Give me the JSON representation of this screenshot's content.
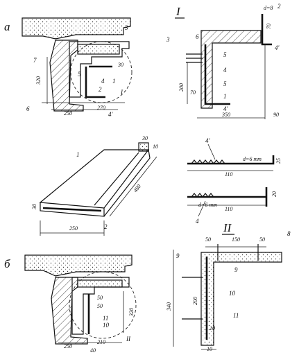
{
  "panel_a": {
    "letter": "а",
    "callouts": [
      "3",
      "7",
      "1",
      "2",
      "4",
      "5",
      "6",
      "4'",
      "I"
    ],
    "dims": [
      "320",
      "250",
      "270",
      "30"
    ]
  },
  "detail_I": {
    "roman": "I",
    "callouts": [
      "3",
      "6",
      "5",
      "4",
      "5",
      "1",
      "4'",
      "2",
      "4'"
    ],
    "dims": [
      "d=8",
      "70",
      "200",
      "70",
      "350",
      "90"
    ]
  },
  "panel_1": {
    "callouts": [
      "1",
      "2"
    ],
    "dims": [
      "30",
      "10",
      "30",
      "480",
      "250"
    ]
  },
  "bars": {
    "top": {
      "label": "4'",
      "d": "d=6 mm",
      "len": "110",
      "h": "25"
    },
    "bottom": {
      "label": "4",
      "d": "d=6 mm",
      "len": "110",
      "h": "20"
    }
  },
  "panel_b": {
    "letter": "б",
    "callouts": [
      "11",
      "10",
      "II"
    ],
    "dims": [
      "50",
      "50",
      "320",
      "250",
      "210",
      "40"
    ]
  },
  "detail_II": {
    "roman": "II",
    "callouts": [
      "8",
      "9",
      "9",
      "10",
      "11"
    ],
    "dims": [
      "50",
      "150",
      "50",
      "340",
      "200",
      "10",
      "10"
    ]
  }
}
